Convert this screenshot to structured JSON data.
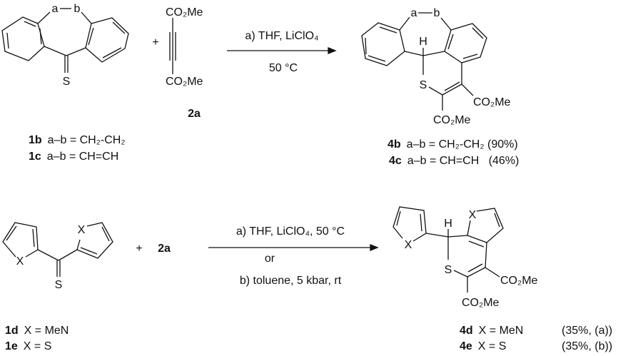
{
  "scheme1": {
    "reactant1": {
      "bridge_a": "a",
      "bridge_b": "b",
      "thione_S": "S"
    },
    "plus": "+",
    "reactant2": {
      "ester_top": "CO₂Me",
      "ester_bottom": "CO₂Me",
      "label": "2a"
    },
    "conditions_above": "a) THF, LiClO₄",
    "conditions_below": "50 °C",
    "product": {
      "bridge_a": "a",
      "bridge_b": "b",
      "H": "H",
      "S": "S",
      "ester_right": "CO₂Me",
      "ester_bottom": "CO₂Me"
    },
    "reactant_variants": [
      {
        "id": "1b",
        "text": "a–b = CH₂-CH₂"
      },
      {
        "id": "1c",
        "text": "a–b = CH=CH"
      }
    ],
    "product_variants": [
      {
        "id": "4b",
        "text": "a–b = CH₂-CH₂ (90%)"
      },
      {
        "id": "4c",
        "text": "a–b = CH=CH   (46%)"
      }
    ]
  },
  "scheme2": {
    "reactant1": {
      "X_left": "X",
      "X_right": "X",
      "thione_S": "S"
    },
    "plus": "+",
    "reagent": "2a",
    "conditions_a": "a) THF, LiClO₄, 50 °C",
    "conditions_or": "or",
    "conditions_b": "b) toluene, 5 kbar, rt",
    "product": {
      "X_left": "X",
      "X_right": "X",
      "H": "H",
      "S": "S",
      "ester_right": "CO₂Me",
      "ester_bottom": "CO₂Me"
    },
    "reactant_variants": [
      {
        "id": "1d",
        "text": "X = MeN"
      },
      {
        "id": "1e",
        "text": "X = S"
      }
    ],
    "product_variants": [
      {
        "id": "4d",
        "text": "X = MeN",
        "yield": "(35%, (a))"
      },
      {
        "id": "4e",
        "text": "X = S",
        "yield": "(35%, (b))"
      }
    ]
  }
}
